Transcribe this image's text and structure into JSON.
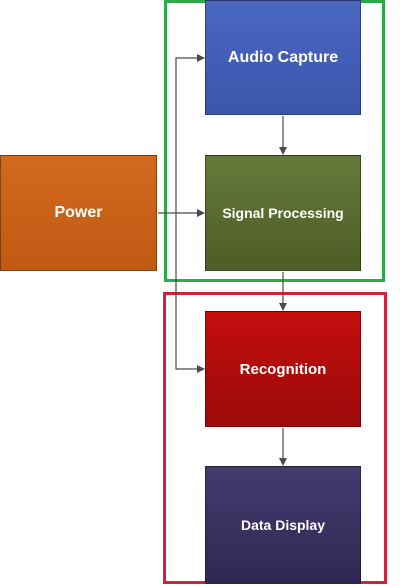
{
  "blocks": {
    "audio_capture": "Audio Capture",
    "signal_processing": "Signal Processing",
    "power": "Power",
    "recognition": "Recognition",
    "data_display": "Data Display"
  },
  "colors": {
    "audio_capture": "#4462bb",
    "signal_processing": "#5a6b2f",
    "power": "#cb621a",
    "recognition": "#b30c0c",
    "data_display": "#3b325f",
    "group_frame_top": "#2fa84a",
    "group_frame_bottom": "#d6203a",
    "connector": "#4a4a4a"
  }
}
